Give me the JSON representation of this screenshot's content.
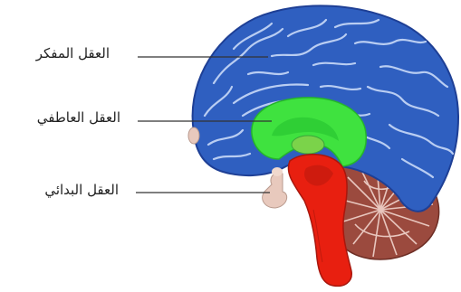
{
  "labels": {
    "thinking_brain": "العقل المفكر",
    "emotional_brain": "العقل العاطفي",
    "primitive_brain": "العقل البدائي"
  },
  "colors": {
    "cortex": "#2f5fc0",
    "cortex_dark": "#1e3f95",
    "gyri_lines": "#b9cdf2",
    "limbic": "#3fe23f",
    "limbic_dark": "#25b52a",
    "brainstem": "#e81f10",
    "brainstem_dark": "#a8170d",
    "cerebellum": "#9b4a3e",
    "cerebellum_lines": "#f1d4cc",
    "pituitary": "#e8c9bd",
    "leader_line": "#333333"
  }
}
